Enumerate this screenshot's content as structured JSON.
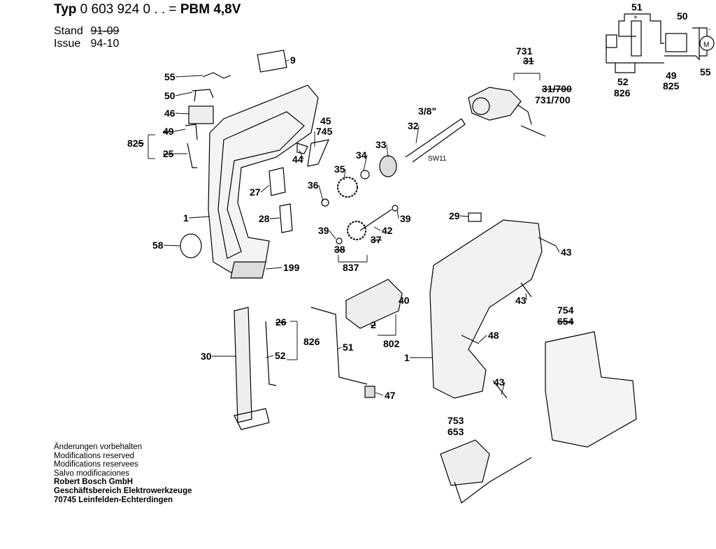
{
  "header": {
    "typ_label": "Typ",
    "number": "0 603 924 0 . . =",
    "model": "PBM 4,8V",
    "stand_label": "Stand",
    "stand_value": "91-09",
    "issue_label": "Issue",
    "issue_value": "94-10"
  },
  "notes": [
    "Änderungen vorbehalten",
    "Modifications reserved",
    "Modifications reservees",
    "Salvo modificaciones"
  ],
  "company": [
    "Robert Bosch GmbH",
    "Geschäftsbereich Elektrowerkzeuge",
    "70745 Leinfelden-Echterdingen"
  ],
  "callouts": [
    {
      "text": "9"
    },
    {
      "text": "55"
    },
    {
      "text": "50"
    },
    {
      "text": "46"
    },
    {
      "text": "49",
      "struck": true
    },
    {
      "text": "825"
    },
    {
      "text": "25",
      "struck": true
    },
    {
      "text": "45"
    },
    {
      "text": "745"
    },
    {
      "text": "44"
    },
    {
      "text": "27"
    },
    {
      "text": "1"
    },
    {
      "text": "28"
    },
    {
      "text": "58"
    },
    {
      "text": "199"
    },
    {
      "text": "731"
    },
    {
      "text": "31",
      "struck": true
    },
    {
      "text": "31/700",
      "struck": true
    },
    {
      "text": "731/700"
    },
    {
      "text": "3/8\""
    },
    {
      "text": "32"
    },
    {
      "text": "SW11"
    },
    {
      "text": "33"
    },
    {
      "text": "34"
    },
    {
      "text": "35"
    },
    {
      "text": "36"
    },
    {
      "text": "29"
    },
    {
      "text": "39"
    },
    {
      "text": "39"
    },
    {
      "text": "42"
    },
    {
      "text": "38",
      "struck": true
    },
    {
      "text": "37",
      "struck": true
    },
    {
      "text": "837"
    },
    {
      "text": "43"
    },
    {
      "text": "43"
    },
    {
      "text": "754"
    },
    {
      "text": "654",
      "struck": true
    },
    {
      "text": "40"
    },
    {
      "text": "2",
      "struck": true
    },
    {
      "text": "802"
    },
    {
      "text": "48"
    },
    {
      "text": "26",
      "struck": true
    },
    {
      "text": "826"
    },
    {
      "text": "51"
    },
    {
      "text": "30"
    },
    {
      "text": "52"
    },
    {
      "text": "1"
    },
    {
      "text": "43"
    },
    {
      "text": "47"
    },
    {
      "text": "753"
    },
    {
      "text": "653"
    }
  ],
  "schematic": {
    "labels": [
      "51",
      "50",
      "52",
      "826",
      "49",
      "825",
      "55"
    ],
    "motor_symbol": "M",
    "plus": "+",
    "minus": "-"
  }
}
